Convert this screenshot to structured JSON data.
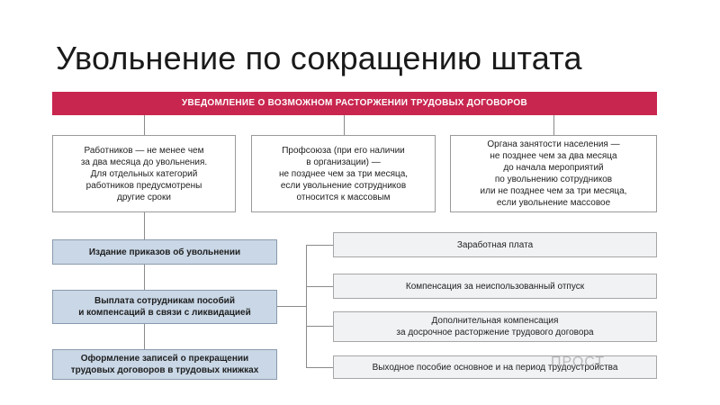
{
  "title": "Увольнение по сокращению штата",
  "banner": "УВЕДОМЛЕНИЕ О ВОЗМОЖНОМ РАСТОРЖЕНИИ ТРУДОВЫХ ДОГОВОРОВ",
  "notify_boxes": [
    "Работников — не менее чем\nза два месяца до увольнения.\nДля отдельных категорий\nработников предусмотрены\nдругие сроки",
    "Профсоюза (при его наличии\nв организации) —\nне позднее чем за три месяца,\nесли увольнение сотрудников\nотносится к массовым",
    "Органа занятости населения —\nне позднее чем за два месяца\nдо начала мероприятий\nпо увольнению сотрудников\nили не позднее чем за три месяца,\nесли увольнение массовое"
  ],
  "steps": [
    "Издание приказов об увольнении",
    "Выплата сотрудникам пособий\nи компенсаций в связи с ликвидацией",
    "Оформление записей о прекращении\nтрудовых договоров в трудовых книжках"
  ],
  "payments": [
    "Заработная плата",
    "Компенсация за неиспользованный отпуск",
    "Дополнительная компенсация\nза досрочное расторжение трудового договора",
    "Выходное пособие основное и на период трудоустройства"
  ],
  "watermark": "ПРОСТ"
}
